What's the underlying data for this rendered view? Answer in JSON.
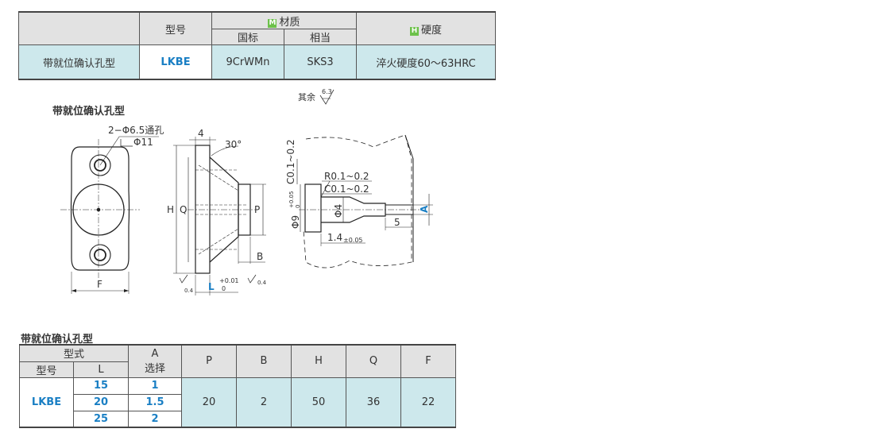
{
  "spec": {
    "col_model": "型号",
    "col_material_badge": "M",
    "col_material": "材质",
    "col_material_gb": "国标",
    "col_material_eq": "相当",
    "col_hardness_badge": "H",
    "col_hardness": "硬度",
    "row_type": "带就位确认孔型",
    "row_model": "LKBE",
    "row_gb": "9CrWMn",
    "row_eq": "SKS3",
    "row_hardness": "淬火硬度60～63HRC"
  },
  "drawing": {
    "title": "带就位确认孔型",
    "roughness_rest": "其余",
    "roughness_value": "6.3",
    "hole_note": "2−Φ6.5通孔",
    "cbore_note": "Φ11",
    "dim_F": "F",
    "dim_4": "4",
    "angle": "30°",
    "dim_H": "H",
    "dim_Q": "Q",
    "dim_P": "P",
    "dim_B": "B",
    "dim_L": "L",
    "tol_L_upper": "+0.01",
    "tol_L_lower": "0",
    "rough_left": "0.4",
    "rough_right": "0.4",
    "chamfer_top": "C0.1~0.2",
    "radius_note": "R0.1~0.2",
    "chamfer_note": "C0.1~0.2",
    "dia9": "Φ9",
    "dia9_tol_upper": "+0.05",
    "dia9_tol_lower": "0",
    "dia4": "Φ4",
    "dim_5": "5",
    "dim_A": "A",
    "dim_14": "1.4",
    "dim_14_tol": "±0.05"
  },
  "table": {
    "title": "带就位确认孔型",
    "hdr_form": "型式",
    "hdr_model": "型号",
    "hdr_L": "L",
    "hdr_A": "A",
    "hdr_A_sub": "选择",
    "hdr_P": "P",
    "hdr_B": "B",
    "hdr_H": "H",
    "hdr_Q": "Q",
    "hdr_F": "F",
    "model": "LKBE",
    "L_values": [
      "15",
      "20",
      "25"
    ],
    "A_values": [
      "1",
      "1.5",
      "2"
    ],
    "P": "20",
    "B": "2",
    "H": "50",
    "Q": "36",
    "F": "22"
  }
}
